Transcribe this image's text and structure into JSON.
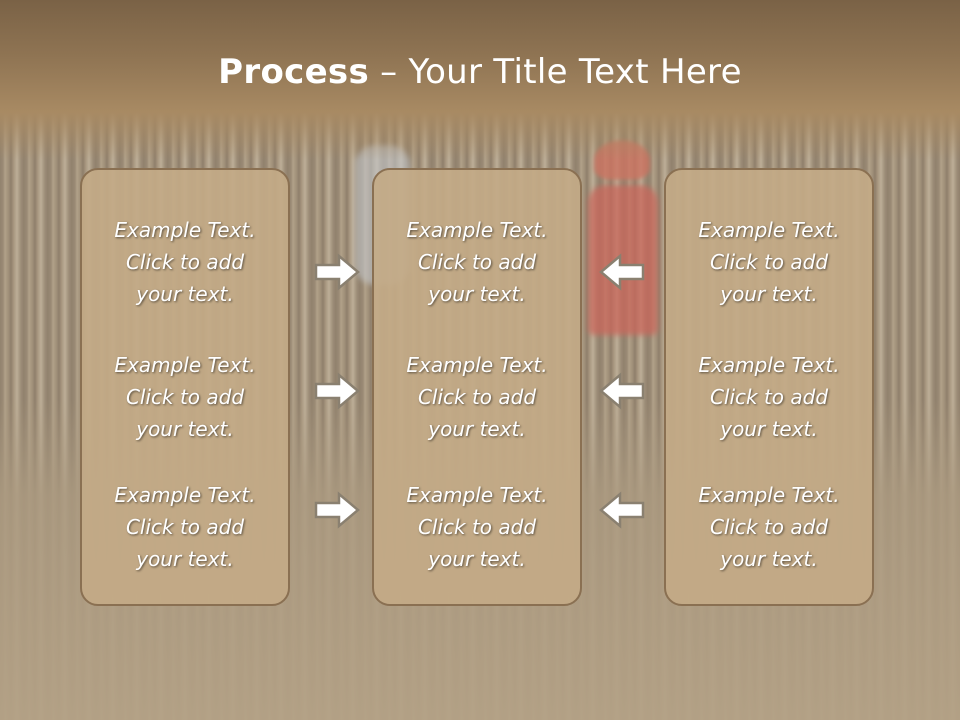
{
  "title": {
    "bold": "Process",
    "rest": " – Your Title Text Here"
  },
  "columns": [
    {
      "items": [
        {
          "line1": "Example Text.",
          "line2": "Click  to add",
          "line3": "your text."
        },
        {
          "line1": "Example Text.",
          "line2": "Click  to add",
          "line3": "your text."
        },
        {
          "line1": "Example Text.",
          "line2": "Click  to add",
          "line3": "your text."
        }
      ]
    },
    {
      "items": [
        {
          "line1": "Example Text.",
          "line2": "Click  to add",
          "line3": "your text."
        },
        {
          "line1": "Example Text.",
          "line2": "Click  to add",
          "line3": "your text."
        },
        {
          "line1": "Example Text.",
          "line2": "Click  to add",
          "line3": "your text."
        }
      ]
    },
    {
      "items": [
        {
          "line1": "Example Text.",
          "line2": "Click  to add",
          "line3": "your text."
        },
        {
          "line1": "Example Text.",
          "line2": "Click  to add",
          "line3": "your text."
        },
        {
          "line1": "Example Text.",
          "line2": "Click  to add",
          "line3": "your text."
        }
      ]
    }
  ],
  "arrows": {
    "left_group": "right-arrow-icon",
    "right_group": "left-arrow-icon"
  },
  "colors": {
    "header": "#8f7453",
    "panel_fill": "#c3aa87",
    "panel_border": "#8a7052",
    "text": "#ffffff"
  }
}
